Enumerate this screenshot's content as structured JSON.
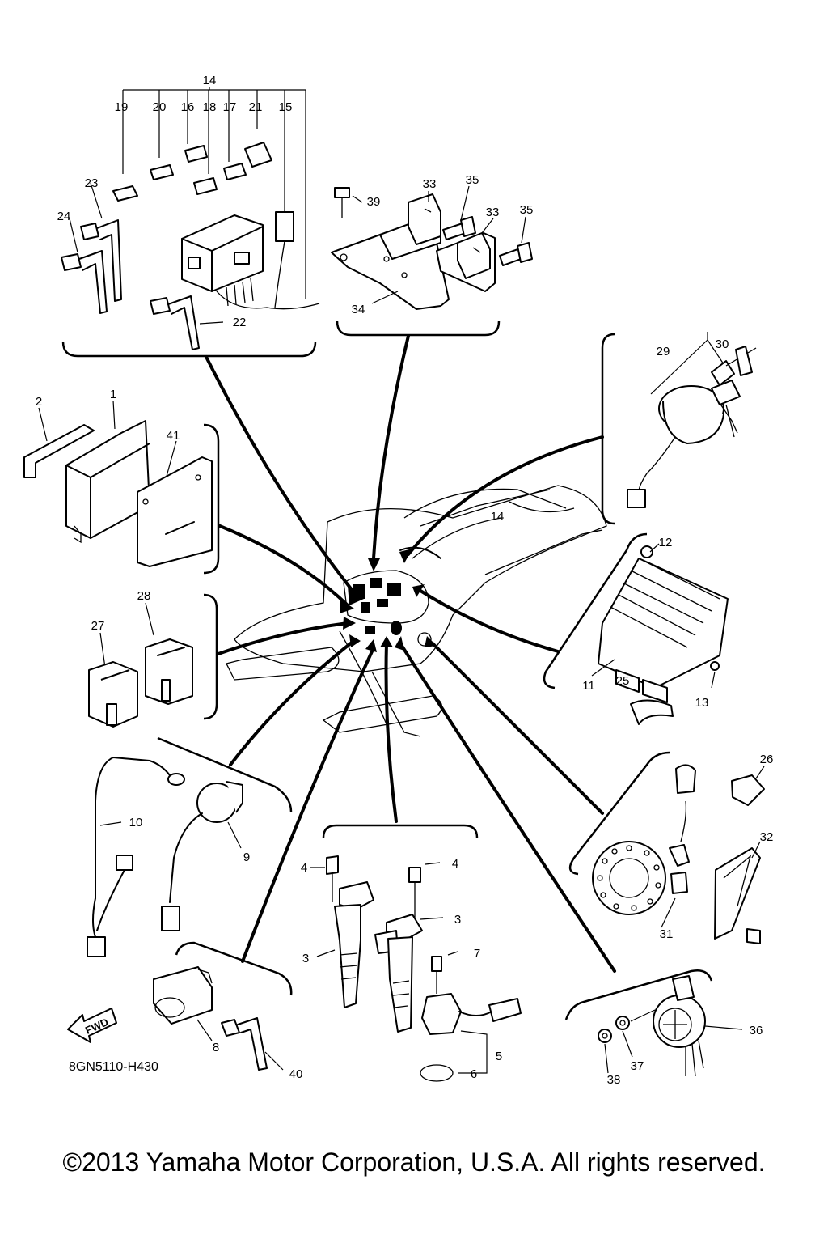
{
  "diagram": {
    "part_code": "8GN5110-H430",
    "fwd_label": "FWD",
    "copyright": "©2013 Yamaha Motor Corporation, U.S.A. All rights reserved."
  },
  "callouts": [
    {
      "id": "c14_top",
      "text": "14"
    },
    {
      "id": "c19",
      "text": "19"
    },
    {
      "id": "c20",
      "text": "20"
    },
    {
      "id": "c16",
      "text": "16"
    },
    {
      "id": "c18",
      "text": "18"
    },
    {
      "id": "c17",
      "text": "17"
    },
    {
      "id": "c21",
      "text": "21"
    },
    {
      "id": "c15",
      "text": "15"
    },
    {
      "id": "c23",
      "text": "23"
    },
    {
      "id": "c24",
      "text": "24"
    },
    {
      "id": "c22",
      "text": "22"
    },
    {
      "id": "c33a",
      "text": "33"
    },
    {
      "id": "c35a",
      "text": "35"
    },
    {
      "id": "c39",
      "text": "39"
    },
    {
      "id": "c33b",
      "text": "33"
    },
    {
      "id": "c35b",
      "text": "35"
    },
    {
      "id": "c34",
      "text": "34"
    },
    {
      "id": "c29",
      "text": "29"
    },
    {
      "id": "c30",
      "text": "30"
    },
    {
      "id": "c2",
      "text": "2"
    },
    {
      "id": "c1",
      "text": "1"
    },
    {
      "id": "c41",
      "text": "41"
    },
    {
      "id": "c14_mid",
      "text": "14"
    },
    {
      "id": "c12",
      "text": "12"
    },
    {
      "id": "c28",
      "text": "28"
    },
    {
      "id": "c27",
      "text": "27"
    },
    {
      "id": "c11",
      "text": "11"
    },
    {
      "id": "c25",
      "text": "25"
    },
    {
      "id": "c13",
      "text": "13"
    },
    {
      "id": "c26",
      "text": "26"
    },
    {
      "id": "c10",
      "text": "10"
    },
    {
      "id": "c9",
      "text": "9"
    },
    {
      "id": "c32",
      "text": "32"
    },
    {
      "id": "c4a",
      "text": "4"
    },
    {
      "id": "c4b",
      "text": "4"
    },
    {
      "id": "c3a",
      "text": "3"
    },
    {
      "id": "c3b",
      "text": "3"
    },
    {
      "id": "c31",
      "text": "31"
    },
    {
      "id": "c7",
      "text": "7"
    },
    {
      "id": "c36",
      "text": "36"
    },
    {
      "id": "c8",
      "text": "8"
    },
    {
      "id": "c5",
      "text": "5"
    },
    {
      "id": "c6",
      "text": "6"
    },
    {
      "id": "c37",
      "text": "37"
    },
    {
      "id": "c38",
      "text": "38"
    },
    {
      "id": "c40",
      "text": "40"
    }
  ]
}
